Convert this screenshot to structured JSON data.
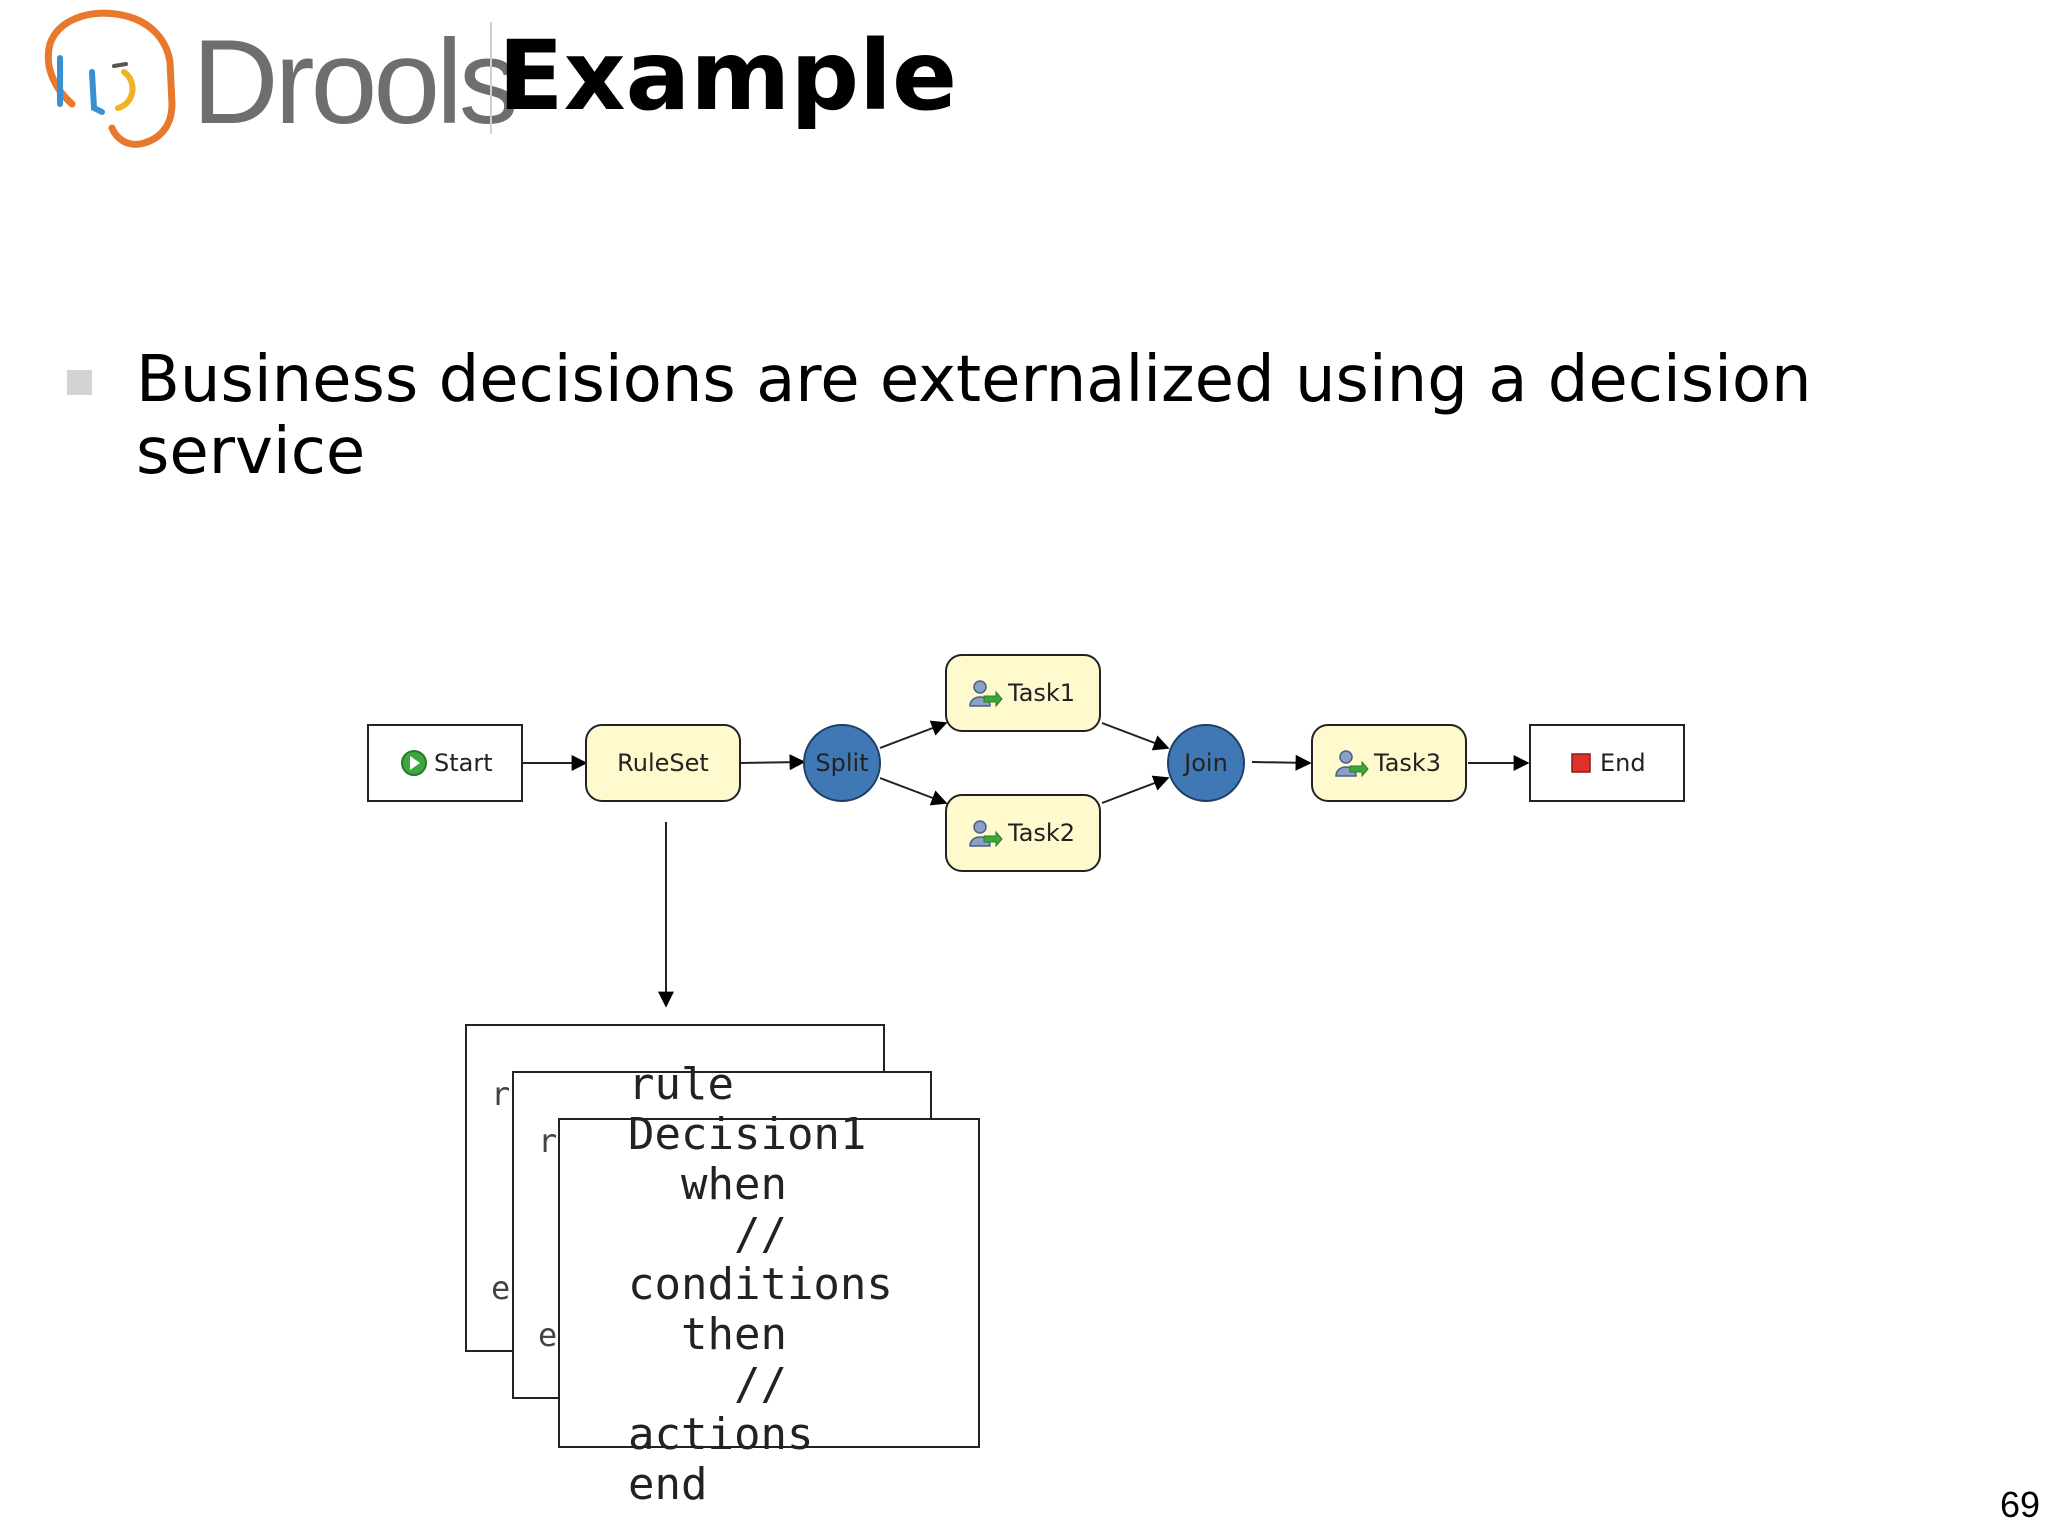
{
  "slide": {
    "logo_text": "Drools",
    "title": "Example",
    "bullet": "Business decisions are externalized using a decision service",
    "page_number": "69"
  },
  "colors": {
    "logo_orange": "#e8782c",
    "logo_blue": "#3a8fd0",
    "logo_yellow": "#f0b323",
    "logo_text": "#6e6e6e",
    "task_fill": "#fffacd",
    "gateway_fill": "#3f78b5",
    "start_icon": "#3aa83a",
    "end_icon": "#e0302a"
  },
  "flow": {
    "nodes": [
      {
        "id": "start",
        "label": "Start",
        "shape": "rectangle",
        "icon": "start-play-icon"
      },
      {
        "id": "ruleset",
        "label": "RuleSet",
        "shape": "rounded"
      },
      {
        "id": "split",
        "label": "Split",
        "shape": "circle"
      },
      {
        "id": "task1",
        "label": "Task1",
        "shape": "rounded",
        "icon": "human-task-icon"
      },
      {
        "id": "task2",
        "label": "Task2",
        "shape": "rounded",
        "icon": "human-task-icon"
      },
      {
        "id": "join",
        "label": "Join",
        "shape": "circle"
      },
      {
        "id": "task3",
        "label": "Task3",
        "shape": "rounded",
        "icon": "human-task-icon"
      },
      {
        "id": "end",
        "label": "End",
        "shape": "rectangle",
        "icon": "end-stop-icon"
      }
    ],
    "edges": [
      {
        "from": "start",
        "to": "ruleset"
      },
      {
        "from": "ruleset",
        "to": "split"
      },
      {
        "from": "split",
        "to": "task1"
      },
      {
        "from": "split",
        "to": "task2"
      },
      {
        "from": "task1",
        "to": "join"
      },
      {
        "from": "task2",
        "to": "join"
      },
      {
        "from": "join",
        "to": "task3"
      },
      {
        "from": "task3",
        "to": "end"
      },
      {
        "from": "ruleset",
        "to": "rule-documents"
      }
    ]
  },
  "rule_docs": {
    "back_peek_top": "r",
    "back_peek_bottom": "e",
    "mid_peek_top": "r",
    "mid_peek_bottom": "e",
    "code": "rule\nDecision1\n  when\n    //\nconditions\n  then\n    //\nactions\nend"
  }
}
